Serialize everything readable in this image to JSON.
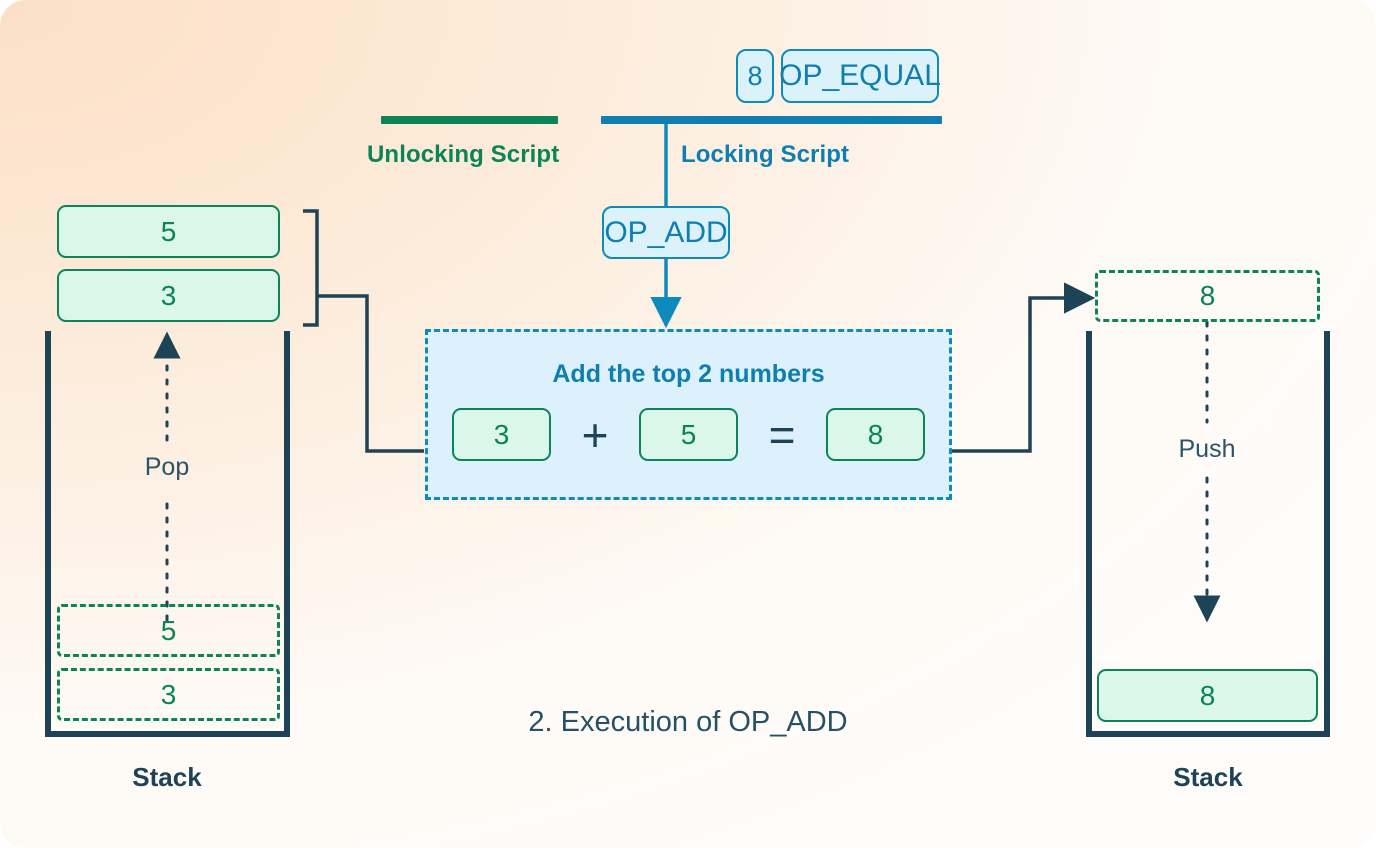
{
  "diagram": {
    "caption": "2. Execution of OP_ADD",
    "colors": {
      "green": "#0b8457",
      "blue": "#0e7fb0",
      "navy": "#1e4356",
      "green_fill": "#dbf7ec",
      "blue_fill": "#dcf2fb",
      "panel_fill": "#ddf1fc",
      "background_start": "#fbe0c6",
      "background_end": "#fdfcfa"
    }
  },
  "unlocking_script": {
    "label": "Unlocking Script",
    "opcodes": []
  },
  "locking_script": {
    "label": "Locking Script",
    "opcodes": [
      {
        "text": "8",
        "type": "value"
      },
      {
        "text": "OP_EQUAL",
        "type": "opcode"
      }
    ],
    "executing_opcode": "OP_ADD"
  },
  "left_stack": {
    "label": "Stack",
    "action": "Pop",
    "popped_items": [
      {
        "value": "5"
      },
      {
        "value": "3"
      }
    ],
    "remaining_items": [
      {
        "value": "5"
      },
      {
        "value": "3"
      }
    ]
  },
  "operation_panel": {
    "title": "Add the top 2 numbers",
    "operand_a": "3",
    "plus_symbol": "+",
    "operand_b": "5",
    "equals_symbol": "=",
    "result": "8"
  },
  "right_stack": {
    "label": "Stack",
    "action": "Push",
    "incoming_item": {
      "value": "8"
    },
    "items": [
      {
        "value": "8"
      }
    ]
  }
}
